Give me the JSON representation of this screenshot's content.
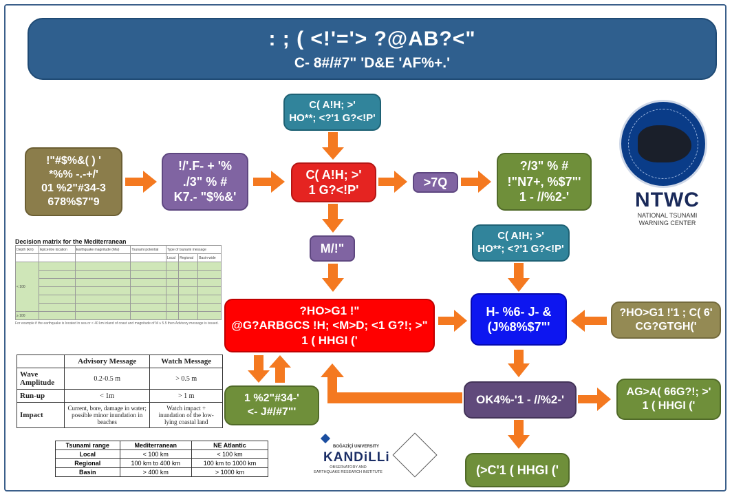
{
  "header": {
    "title": ": ; ( <!'='> ?@AB?<\"",
    "subtitle": "C- 8#/#7\" 'D&E 'AF%+.'"
  },
  "boxes": {
    "input_top": {
      "line1": "C( A!H; >'",
      "line2": "HO**; <?'1 G?<!P'"
    },
    "input_right": {
      "line1": "C( A!H; >'",
      "line2": "HO**; <?'1 G?<!P'"
    },
    "source": {
      "line1": "!\"#$%&( ) '",
      "line2": "*%% -.-+/'",
      "line3": "01 %2\"#34-3",
      "line4": "678%$7\"9"
    },
    "analysis": {
      "line1": "!/'.F- + '%",
      "line2": "./3\" % #",
      "line3": "K7.- \"$%&'"
    },
    "decision": {
      "line1": "C( A!H; >'",
      "line2": "1 G?<!P'"
    },
    "no_label": ">7Q",
    "no_threat": {
      "line1": "?/3\" % #",
      "line2": "!\"N7+, %$7\"'",
      "line3": "1 - //%2-'"
    },
    "yes_label": "M/!\"",
    "main_msg": {
      "line1": "?HO>G1 !\"",
      "line2": "@G?ARBGCS !H; <M>D; <1 G?!; >\"",
      "line3": "1 ( HHGI ('"
    },
    "monitor": {
      "line1": "H- %6- J- &",
      "line2": "(J%8%$7\"'"
    },
    "external": {
      "line1": "?HO>G1 !'1 ; C( 6'",
      "line2": "CG?GTGH('"
    },
    "reeval": "OK4%-'1 - //%2-'",
    "local_update": {
      "line1": "1 %2\"#34-'",
      "line2": "<- J#/#7\"'"
    },
    "end_msg": {
      "line1": "AG>A( 66G?!; >'",
      "line2": "1 ( HHGI ('"
    },
    "cancel": "(>C'1 ( HHGI ('"
  },
  "logo": {
    "name": "NTWC",
    "full_line1": "NATIONAL TSUNAMI",
    "full_line2": "WARNING CENTER"
  },
  "matrix": {
    "title": "Decision matrix for the Mediterranean",
    "headers": [
      "Depth (km)",
      "Epicentre location",
      "Earthquake magnitude (Mw)",
      "Tsunami potential",
      "Type of tsunami message",
      "Local",
      "Regional",
      "Basin-wide"
    ],
    "depth_values": [
      "< 100",
      "≥ 100"
    ],
    "footnote": "For example if the earthquake is located in sea or < 40 km inland of coast and magnitude of M ≥ 5.5 then Advisory message is issued."
  },
  "advisory_table": {
    "headers": [
      "",
      "Advisory Message",
      "Watch    Message"
    ],
    "rows": [
      {
        "label": "Wave Amplitude",
        "advisory": "0.2-0.5 m",
        "watch": "> 0.5 m"
      },
      {
        "label": "Run-up",
        "advisory": "< 1m",
        "watch": "> 1 m"
      },
      {
        "label": "Impact",
        "advisory": "Current, bore, damage in water; possible minor inundation in beaches",
        "watch": "Watch impact + inundation of the low-lying coastal land"
      }
    ]
  },
  "range_table": {
    "headers": [
      "Tsunami range",
      "Mediterranean",
      "NE Atlantic"
    ],
    "rows": [
      {
        "label": "Local",
        "med": "< 100 km",
        "atl": "< 100 km"
      },
      {
        "label": "Regional",
        "med": "100 km to 400 km",
        "atl": "100 km to 1000 km"
      },
      {
        "label": "Basin",
        "med": "> 400 km",
        "atl": "> 1000 km"
      }
    ]
  },
  "kandilli": {
    "univ": "BOĞAZİÇİ UNIVERSITY",
    "name": "KANDiLLi",
    "obs1": "OBSERVATORY AND",
    "obs2": "EARTHQUAKE RESEARCH INSTITUTE"
  },
  "colors": {
    "arrow": "#f47920",
    "banner": "#2f5f8e"
  }
}
